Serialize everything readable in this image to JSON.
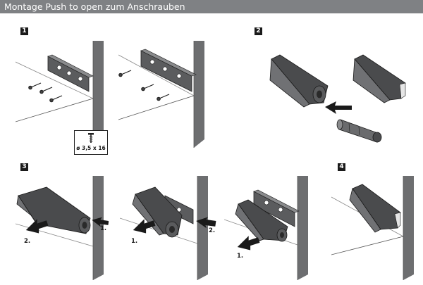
{
  "header": {
    "title": "Montage Push to open zum Anschrauben"
  },
  "steps": [
    {
      "number": "1"
    },
    {
      "number": "2"
    },
    {
      "number": "3"
    },
    {
      "number": "4"
    }
  ],
  "screw_spec": {
    "label": "ø 3,5 x 16"
  },
  "arrow_labels": {
    "p3a_first": "1.",
    "p3a_second": "2.",
    "p3b_first": "1.",
    "p3b_second": "2.",
    "p3c_first": "1."
  },
  "colors": {
    "header_bg": "#7f8184",
    "cabinet_side": "#6d6e70",
    "part_dark": "#4a4b4d",
    "ink": "#1a1a1a"
  }
}
